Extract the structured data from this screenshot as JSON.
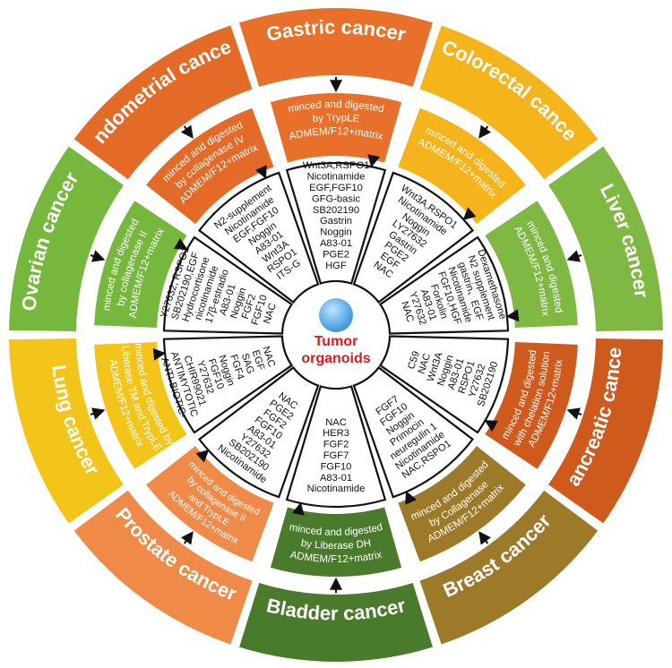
{
  "center": {
    "title_lines": [
      "Tumor",
      "organoids"
    ],
    "colors": {
      "orb": "#2f8fd8",
      "orb_light": "#bfe4ff",
      "title": "#e8141b"
    }
  },
  "sections": [
    {
      "cancer": "Gastric cancer",
      "method": [
        "minced and digested",
        "by TrypLE",
        "ADMEM/F12+matrix"
      ],
      "factors": [
        "Wnt3A,RSPO1",
        "Nicotinamide",
        "EGF,FGF10",
        "GFG-basic",
        "SB202190",
        "Gastrin",
        "Noggin",
        "A83-01",
        "PGE2",
        "HGF"
      ],
      "color": "#e8702a"
    },
    {
      "cancer": "Colorectal cancer",
      "method": [
        "minced and digested",
        "ADMEM/F12+matrix"
      ],
      "factors": [
        "Wnt3A,RSPO1",
        "Nicotinamide",
        "Noggin",
        "LY27632",
        "Gastrin",
        "PGE2",
        "EGF",
        "NAC"
      ],
      "color": "#f5b41c"
    },
    {
      "cancer": "Liver cancer",
      "method": [
        "minced and digested",
        "ADMEM/F12+matrix"
      ],
      "factors": [
        "Dexamethasone",
        "N2 supplement",
        "gastrin、EGF",
        "Nicotinamide",
        "FGF10,HGF",
        "Forkolin",
        "A83-01",
        "Y27632",
        "NAC"
      ],
      "color": "#7fb843"
    },
    {
      "cancer": "Pancreatic cancer",
      "method": [
        "minced and digested",
        "with chelation solution",
        "ADMEM/F12+matrix"
      ],
      "factors": [
        "SB202190",
        "Y27632",
        "RSPO1",
        "A83-01",
        "Noggin",
        "Wnt3A",
        "NAC",
        "C59"
      ],
      "color": "#cf5a1e"
    },
    {
      "cancer": "Breast cancer",
      "method": [
        "minced and digested",
        "by Collagenase",
        "ADMEM/F12+matrix"
      ],
      "factors": [
        "NAC,RSPO1",
        "Nicotinamide",
        "neuregulin 1",
        "Primocin",
        "Noggin",
        "FGF10",
        "FGF7"
      ],
      "color": "#9c7a2a"
    },
    {
      "cancer": "Bladder cancer",
      "method": [
        "minced and digested",
        "by Liberase DH",
        "ADMEM/F12+matrix"
      ],
      "factors": [
        "Nicotinamide",
        "A83-01",
        "FGF10",
        "FGF7",
        "FGF2",
        "HER3",
        "NAC"
      ],
      "color": "#4a7a2c"
    },
    {
      "cancer": "Prostate cancer",
      "method": [
        "minced and digested",
        "by collagenase II",
        "and TrypLE",
        "ADMEM/F12+matrix"
      ],
      "factors": [
        "Nicotinamide",
        "SB202190",
        "Y27632",
        "A83-01",
        "FGF10",
        "FGF2",
        "PGE2",
        "NAC"
      ],
      "color": "#f08a48"
    },
    {
      "cancer": "Lung cancer",
      "method": [
        "minced and digested by",
        "Liberase TM and TrypLE",
        "ADMEM/F12+matrix"
      ],
      "factors": [
        "ANTI-BIOTIC-",
        "ANTIMYTOTIC",
        "CHIR99021",
        "Y27632",
        "FGF10",
        "Noggin",
        "FGF4",
        "SAG",
        "EGF",
        "NAC"
      ],
      "color": "#f3c51b"
    },
    {
      "cancer": "Ovarian cancer",
      "method": [
        "minced and digested",
        "by collagenase II",
        "ADMEM/F12+matrix"
      ],
      "factors": [
        "Y27632, RSPO1",
        "SB202190,EGF",
        "Hydrocortisone",
        "nicotinamide",
        "17β-estradio",
        "A83-01",
        "Noggin",
        "FGF2",
        "FGF10",
        "NAC"
      ],
      "color": "#76b83e"
    },
    {
      "cancer": "Endometrial cancer",
      "method": [
        "minced and digested",
        "by collagenase IV",
        "ADMEM/F12+matrix"
      ],
      "factors": [
        "N2-supplement",
        "Nicotinamide",
        "EGF,FGF10",
        "Noggin",
        "A83-01",
        "Wnt3A",
        "RSPO1",
        "ITS-G"
      ],
      "color": "#e46a27"
    }
  ]
}
